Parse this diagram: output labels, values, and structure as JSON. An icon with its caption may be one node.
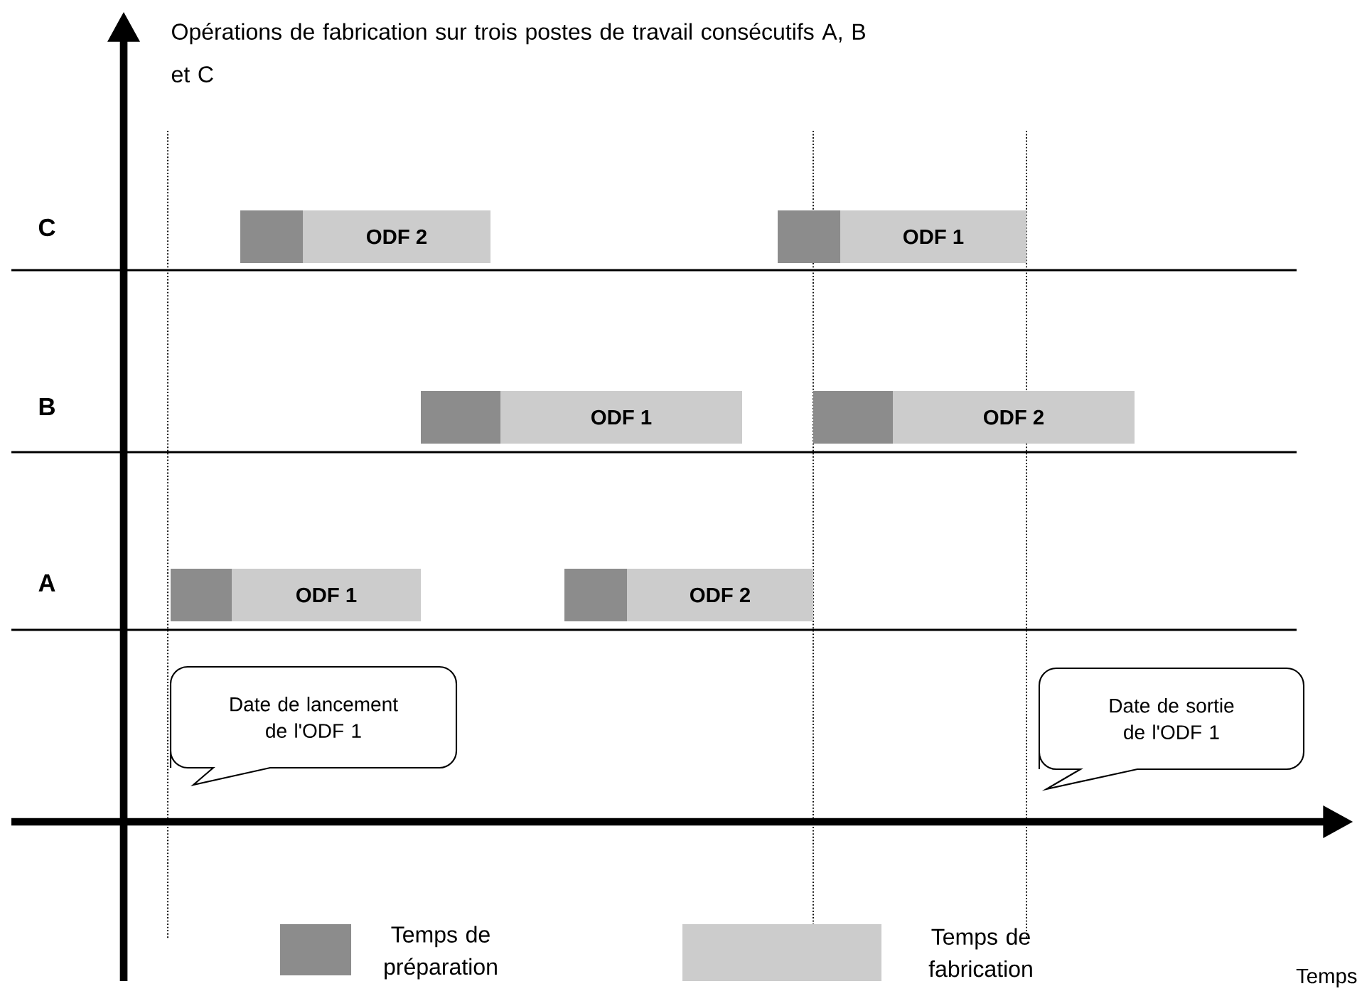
{
  "diagram": {
    "nodes": [
      {
        "text": [
          "ODF 2"
        ]
      },
      {
        "text": [
          "ODF 1"
        ]
      },
      {
        "text": [
          "ODF 1"
        ]
      },
      {
        "text": [
          "ODF 2"
        ]
      },
      {
        "text": [
          "ODF 1"
        ]
      },
      {
        "text": [
          "ODF 2"
        ]
      },
      {
        "text": [
          "Date de lancement de l'ODF 1"
        ]
      },
      {
        "text": [
          "Date de sortie de l'ODF 1"
        ]
      }
    ],
    "edges": [],
    "labels": [
      "Opérations de fabrication sur trois postes de travail consécutifs A, B et C",
      "C",
      "B",
      "A",
      "Temps"
    ],
    "legend": [
      {
        "text": "Temps de préparation",
        "color": "#8c8c8c"
      },
      {
        "text": "Temps de fabrication",
        "color": "#cccccc"
      }
    ]
  }
}
